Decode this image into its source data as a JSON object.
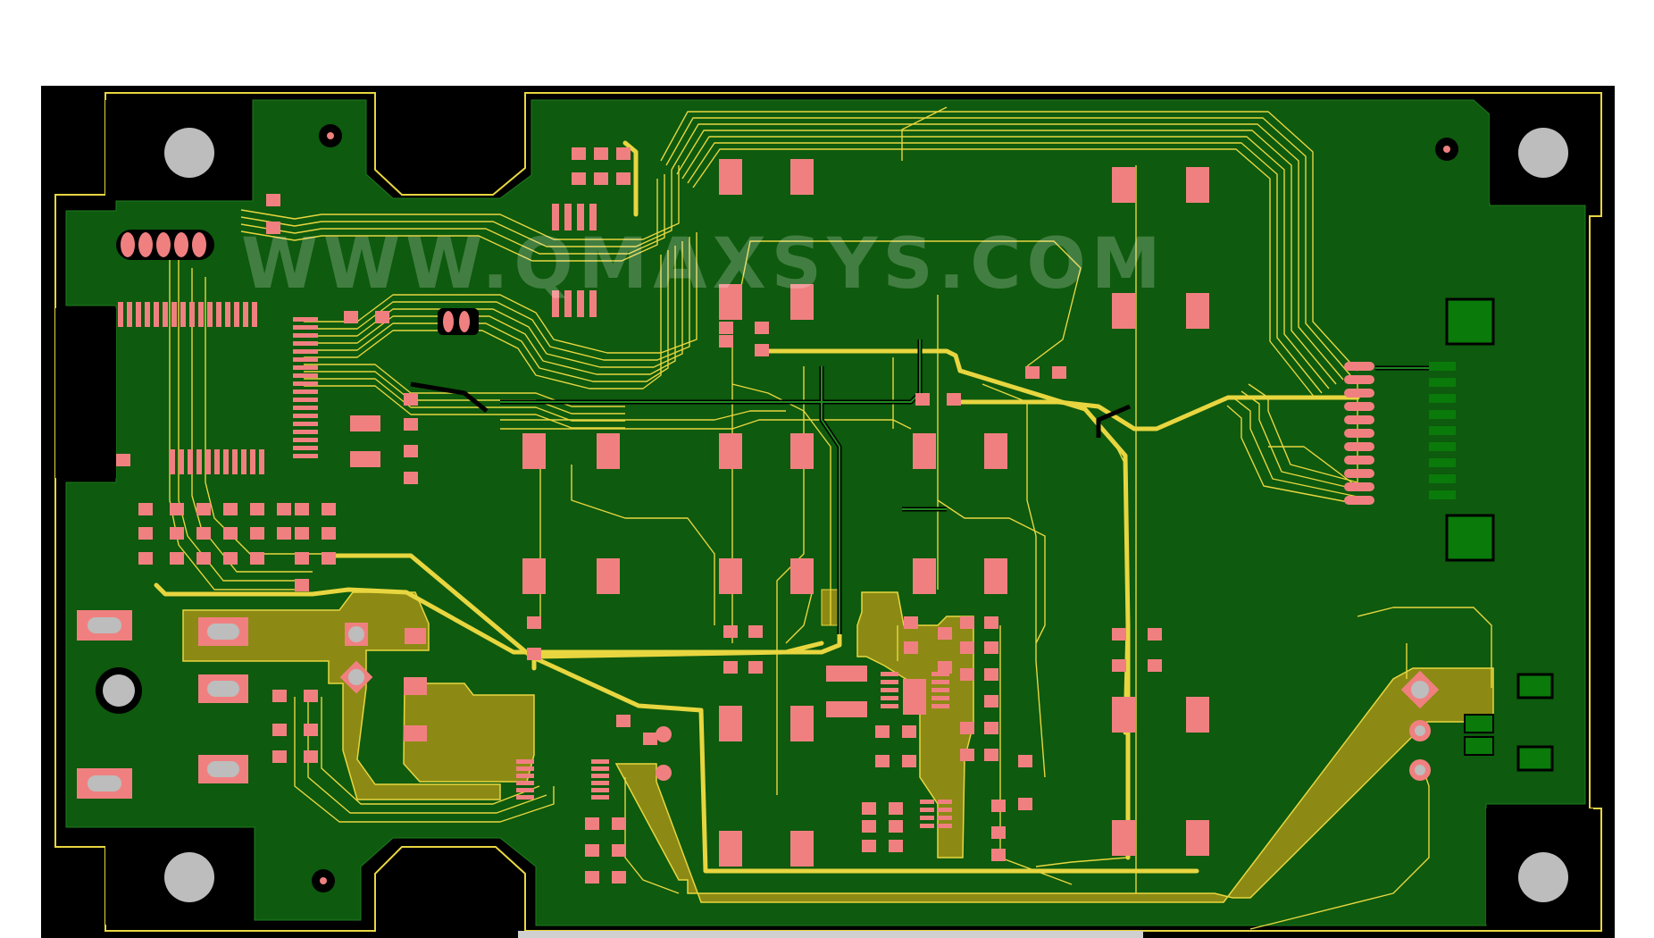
{
  "watermark": "WWW.QMAXSYS.COM",
  "colors": {
    "background": "#ffffff",
    "board_black": "#000000",
    "copper_pour": "#0e5a0e",
    "outline": "#e8d640",
    "trace": "#e8d640",
    "pad": "#f08080",
    "mounting_hole": "#bdbdbd",
    "olive_pour": "#8c8a14",
    "bright_green_pad": "#0a7a0a"
  },
  "view": {
    "type": "pcb-layout",
    "layer": "top-copper"
  }
}
